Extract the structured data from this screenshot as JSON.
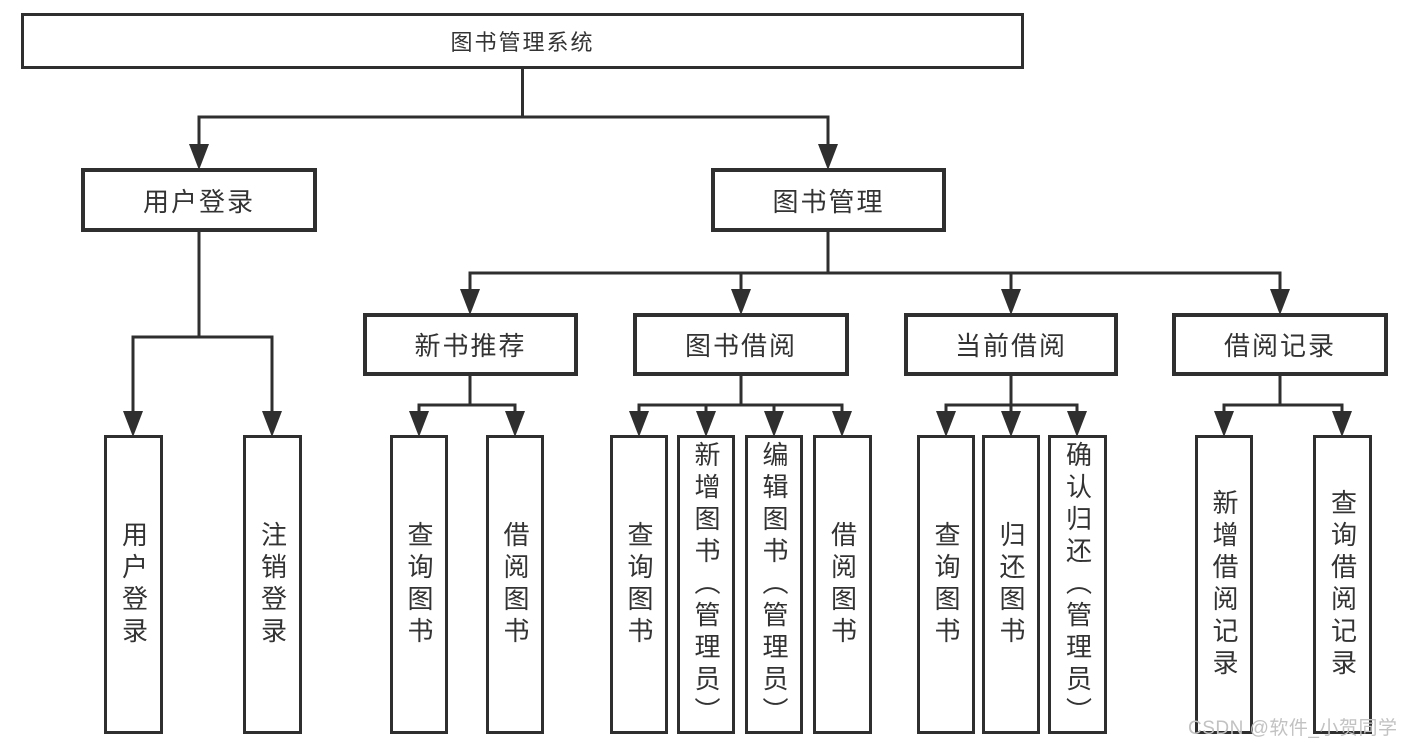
{
  "diagram": {
    "type": "hierarchy-tree",
    "root": {
      "label": "图书管理系统"
    },
    "level2": [
      {
        "label": "用户登录"
      },
      {
        "label": "图书管理"
      }
    ],
    "level3": [
      {
        "label": "新书推荐",
        "parent": "图书管理"
      },
      {
        "label": "图书借阅",
        "parent": "图书管理"
      },
      {
        "label": "当前借阅",
        "parent": "图书管理"
      },
      {
        "label": "借阅记录",
        "parent": "图书管理"
      }
    ],
    "leaves": [
      {
        "label": "用户登录",
        "parent": "用户登录"
      },
      {
        "label": "注销登录",
        "parent": "用户登录"
      },
      {
        "label": "查询图书",
        "parent": "新书推荐"
      },
      {
        "label": "借阅图书",
        "parent": "新书推荐"
      },
      {
        "label": "查询图书",
        "parent": "图书借阅"
      },
      {
        "label": "新增图书（管理员）",
        "parent": "图书借阅"
      },
      {
        "label": "编辑图书（管理员）",
        "parent": "图书借阅"
      },
      {
        "label": "借阅图书",
        "parent": "图书借阅"
      },
      {
        "label": "查询图书",
        "parent": "当前借阅"
      },
      {
        "label": "归还图书",
        "parent": "当前借阅"
      },
      {
        "label": "确认归还（管理员）",
        "parent": "当前借阅"
      },
      {
        "label": "新增借阅记录",
        "parent": "借阅记录"
      },
      {
        "label": "查询借阅记录",
        "parent": "借阅记录"
      }
    ],
    "watermark": "CSDN @软件_小贺同学",
    "colors": {
      "line": "#2f2f2f",
      "text": "#333333",
      "box_bg": "#ffffff",
      "background": "#ffffff",
      "watermark": "#c2c2c2"
    }
  }
}
